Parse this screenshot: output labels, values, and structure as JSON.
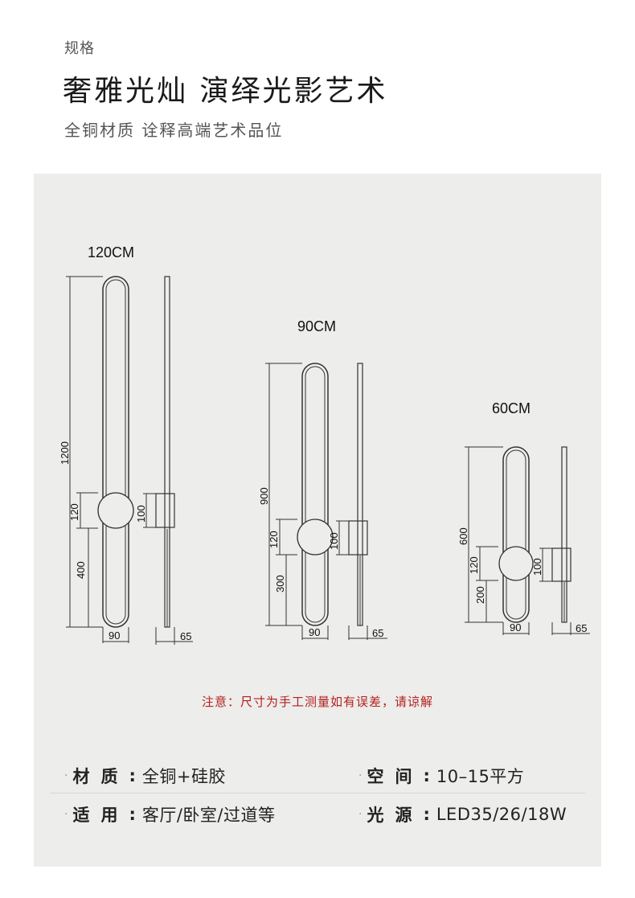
{
  "header": {
    "kicker": "规格",
    "title": "奢雅光灿 演绎光影艺术",
    "subtitle": "全铜材质 诠释高端艺术品位"
  },
  "drawings": [
    {
      "label": "120CM",
      "total_height": "1200",
      "globe": "120",
      "lower": "400",
      "depth": "100",
      "width": "90",
      "projection": "65"
    },
    {
      "label": "90CM",
      "total_height": "900",
      "globe": "120",
      "lower": "300",
      "depth": "100",
      "width": "90",
      "projection": "65"
    },
    {
      "label": "60CM",
      "total_height": "600",
      "globe": "120",
      "lower": "200",
      "depth": "100",
      "width": "90",
      "projection": "65"
    }
  ],
  "notice": "注意：尺寸为手工测量如有误差，请谅解",
  "specs": {
    "material": {
      "key": "材质",
      "value": "全铜+硅胶"
    },
    "space": {
      "key": "空间",
      "value": "10–15平方"
    },
    "usage": {
      "key": "适用",
      "value": "客厅/卧室/过道等"
    },
    "light": {
      "key": "光源",
      "value": "LED35/26/18W"
    }
  },
  "colors": {
    "panel": "#ededeb",
    "line": "#333333",
    "notice": "#b3201e"
  }
}
